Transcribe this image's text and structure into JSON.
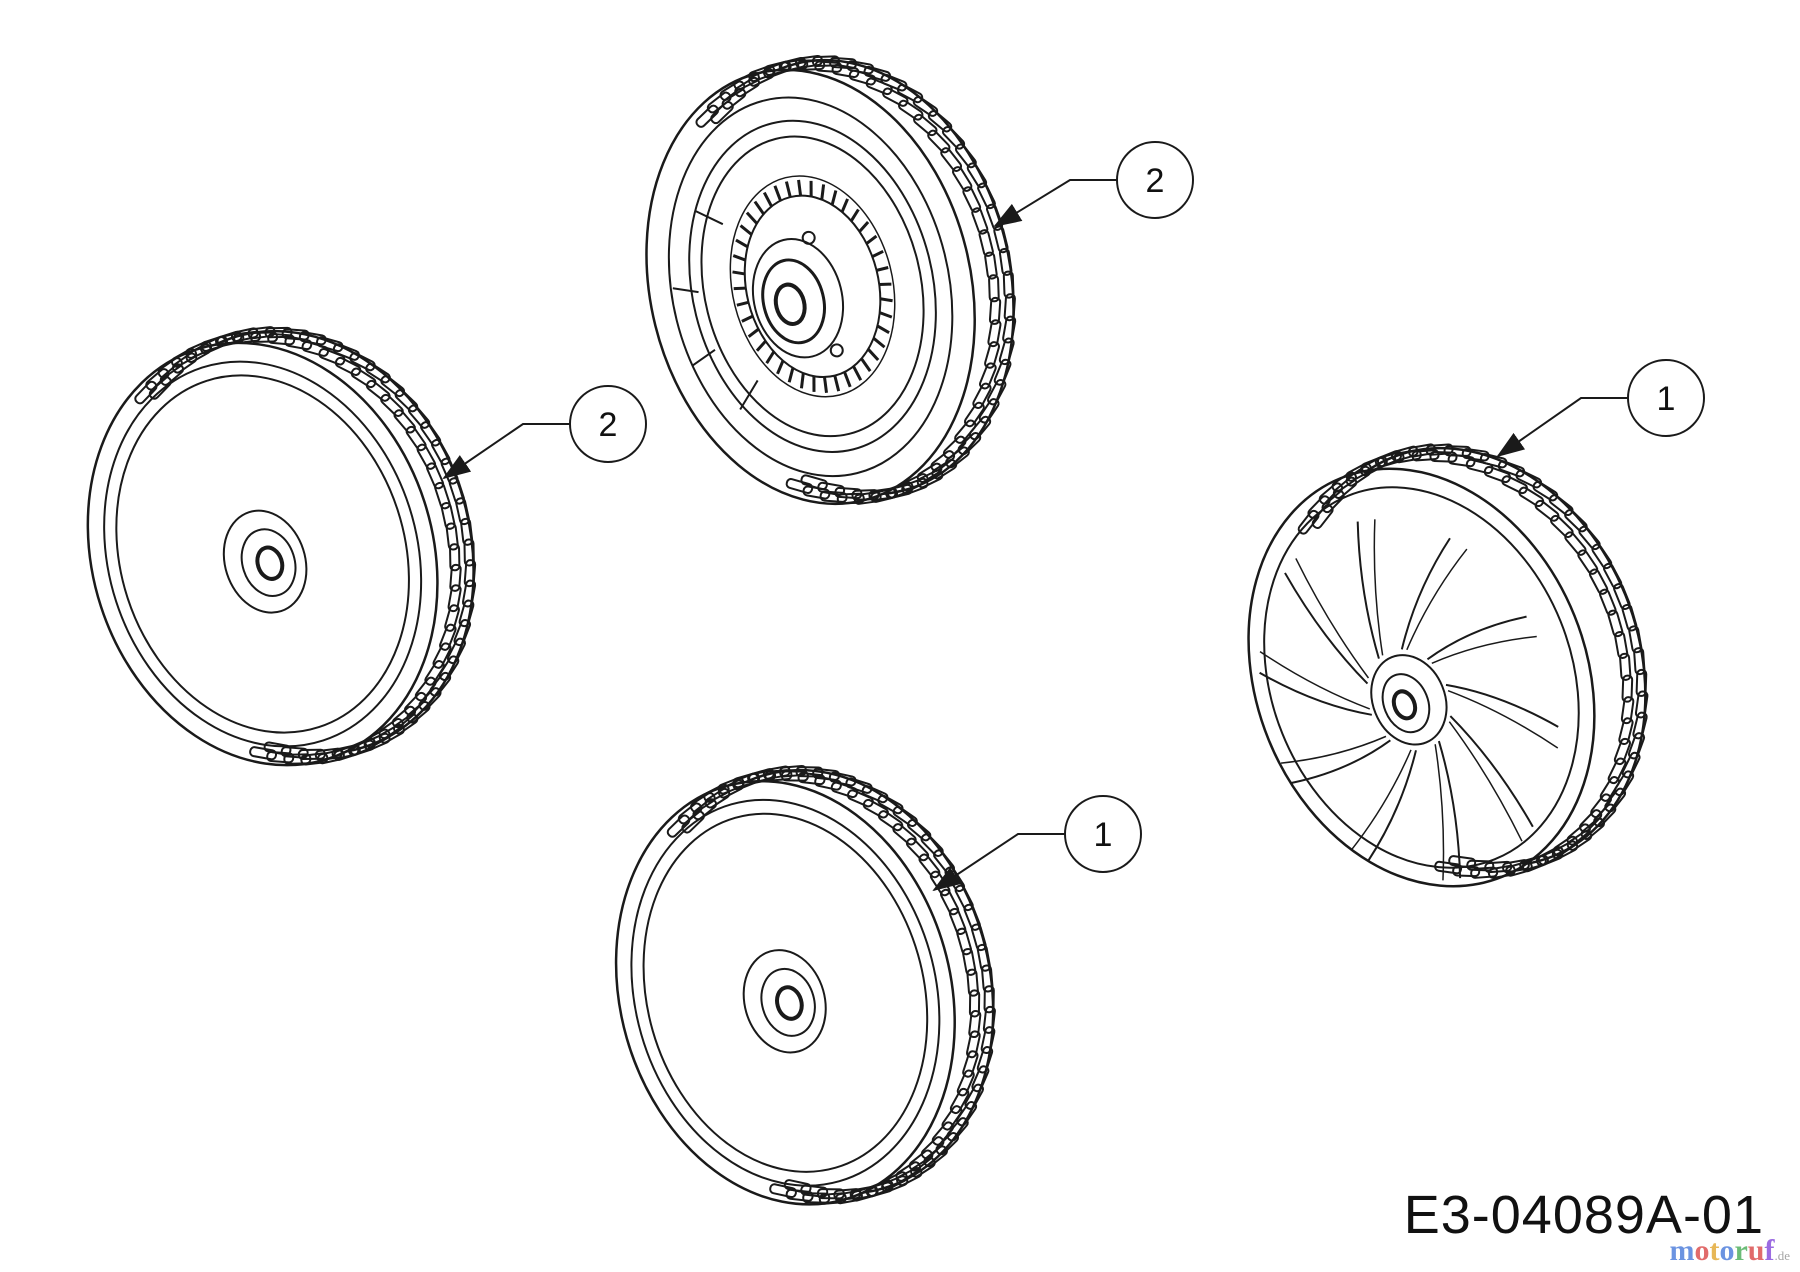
{
  "diagram": {
    "callouts": [
      {
        "id": "top-wheel",
        "label": "2"
      },
      {
        "id": "left-wheel",
        "label": "2"
      },
      {
        "id": "right-wheel",
        "label": "1"
      },
      {
        "id": "bottom-wheel",
        "label": "1"
      }
    ],
    "figure_code": "E3-04089A-01",
    "watermark": {
      "brand": "motoruf",
      "suffix": ".de"
    }
  },
  "colors": {
    "line": "#1a1a1a",
    "background": "#ffffff",
    "watermark_letters": [
      "#3a6fd8",
      "#d83a3a",
      "#e0a020",
      "#3a6fd8",
      "#3aa64a",
      "#d83a3a",
      "#7a3ad8"
    ]
  }
}
